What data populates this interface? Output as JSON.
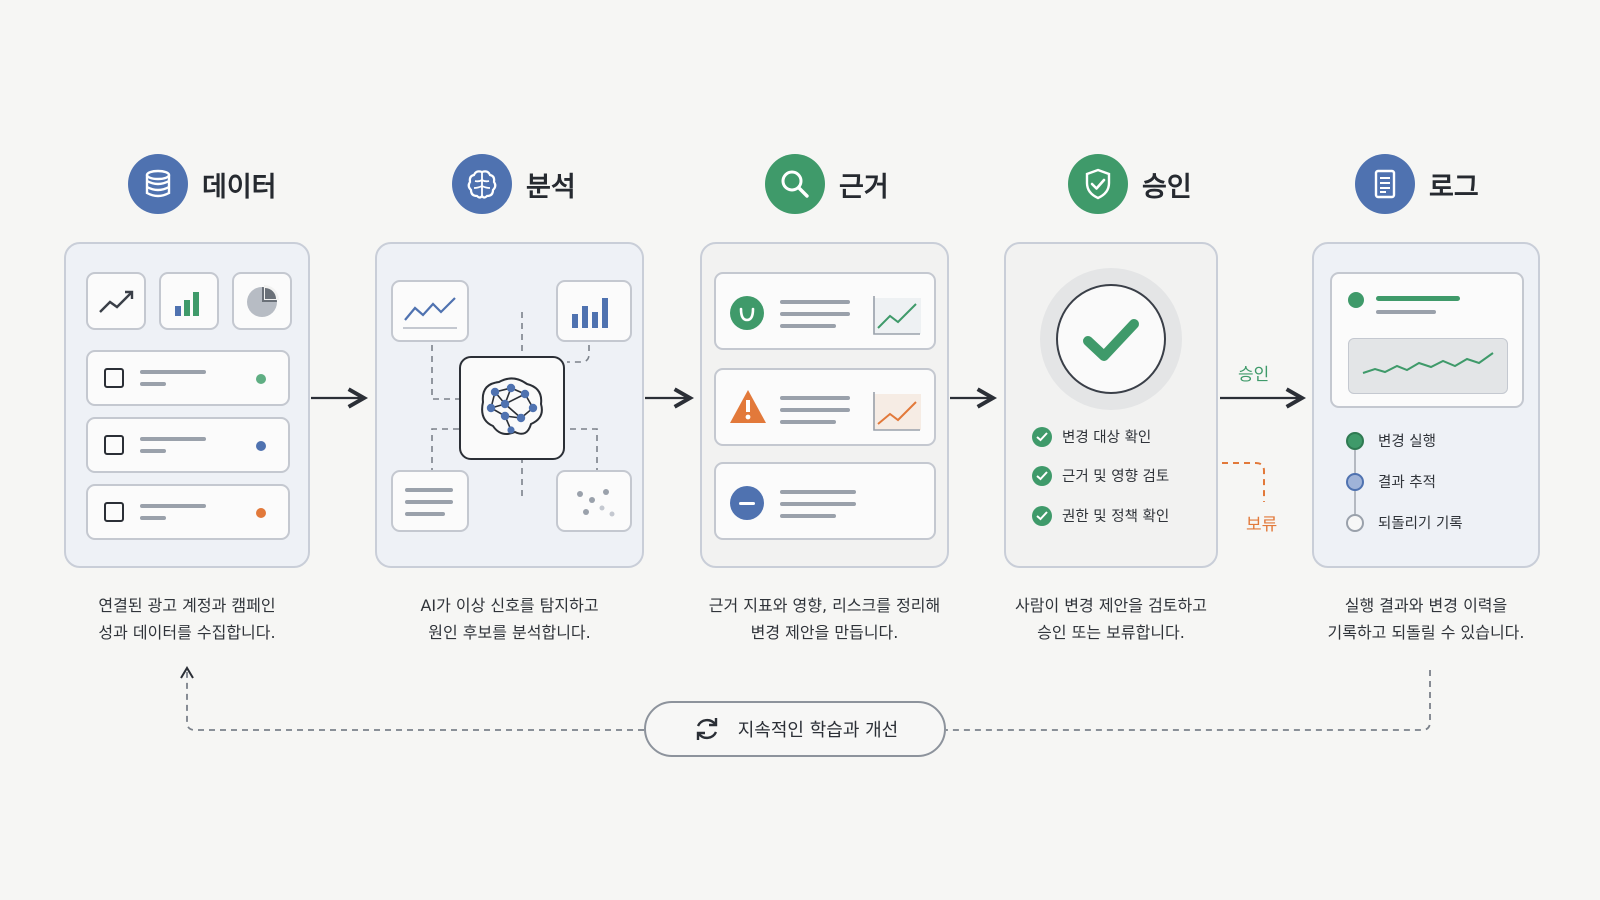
{
  "stages": [
    {
      "title": "데이터",
      "icon": "database-icon",
      "color": "#4f72b0",
      "caption1": "연결된 광고 계정과 캠페인",
      "caption2": "성과 데이터를 수집합니다."
    },
    {
      "title": "분석",
      "icon": "brain-icon",
      "color": "#4f72b0",
      "caption1": "AI가 이상 신호를 탐지하고",
      "caption2": "원인 후보를 분석합니다."
    },
    {
      "title": "근거",
      "icon": "search-icon",
      "color": "#3f9a6a",
      "caption1": "근거 지표와 영향, 리스크를 정리해",
      "caption2": "변경 제안을 만듭니다."
    },
    {
      "title": "승인",
      "icon": "shield-check-icon",
      "color": "#3f9a6a",
      "caption1": "사람이 변경 제안을 검토하고",
      "caption2": "승인 또는 보류합니다."
    },
    {
      "title": "로그",
      "icon": "document-icon",
      "color": "#4f72b0",
      "caption1": "실행 결과와 변경 이력을",
      "caption2": "기록하고 되돌릴 수 있습니다."
    }
  ],
  "approval": {
    "checklist": [
      "변경 대상 확인",
      "근거 및 영향 검토",
      "권한 및 정책 확인"
    ],
    "approve_label": "승인",
    "hold_label": "보류"
  },
  "log": {
    "timeline": [
      "변경 실행",
      "결과 추적",
      "되돌리기 기록"
    ]
  },
  "loop": {
    "label": "지속적인 학습과 개선",
    "icon": "refresh-icon"
  },
  "colors": {
    "blue": "#4f72b0",
    "green": "#3f9a6a",
    "orange": "#e2793a"
  }
}
